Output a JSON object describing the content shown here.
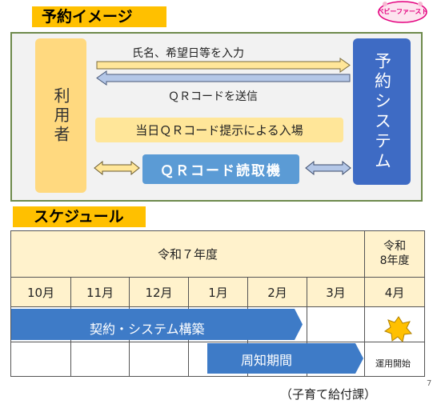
{
  "headings": {
    "reservation_image": "予約イメージ",
    "schedule": "スケジュール"
  },
  "logo": {
    "text": "ベビーファースト",
    "color": "#e4007f"
  },
  "diagram": {
    "user": "利用者",
    "system": "予約システム",
    "flow_to_system": "氏名、希望日等を入力",
    "flow_to_user": "ＱＲコードを送信",
    "entry": "当日ＱＲコード提示による入場",
    "reader": "ＱＲコード読取機"
  },
  "schedule": {
    "year_current": "令和７年度",
    "year_next": [
      "令和",
      "8年度"
    ],
    "months": [
      "10月",
      "11月",
      "12月",
      "1月",
      "2月",
      "3月",
      "4月"
    ],
    "bars": [
      {
        "label": "契約・システム構築",
        "start_month": "10月",
        "end_month": "2月"
      },
      {
        "label": "周知期間",
        "start_month": "1月",
        "end_month": "3月"
      }
    ],
    "milestone": {
      "label": "運用開始",
      "month": "4月"
    }
  },
  "footer": {
    "department": "（子育て給付課）",
    "page": "7"
  },
  "colors": {
    "heading_bg": "#ffc000",
    "user_box": "#ffd97f",
    "system_box": "#3e6bc4",
    "reader_box": "#5b9bd5",
    "entry_box": "#ffe699",
    "table_fill": "#fff2cc",
    "schedule_bar": "#3e7bc7",
    "panel_border": "#6e8a4c",
    "star": "#ffc000"
  }
}
